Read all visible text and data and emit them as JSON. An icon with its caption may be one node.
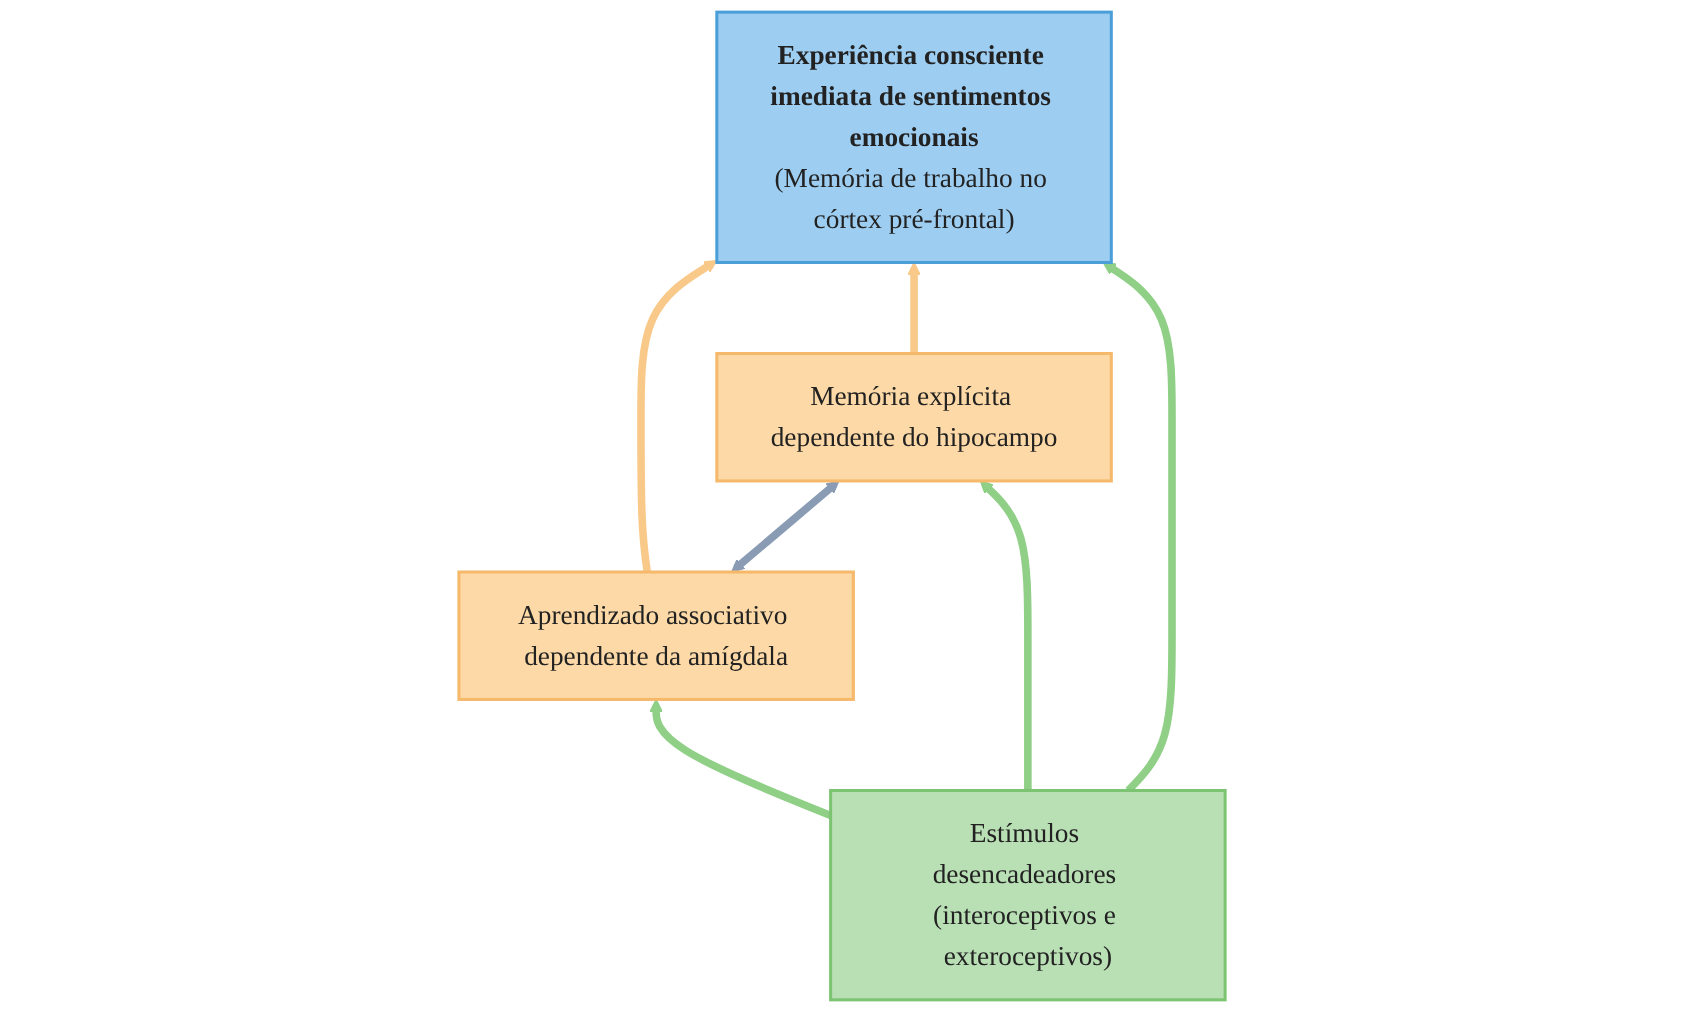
{
  "diagram": {
    "nodes": [
      {
        "text": [
          "Experiência consciente imediata de sentimentos emocionais",
          "(Memória de trabalho no córtex pré-frontal)"
        ]
      },
      {
        "text": [
          "Aprendizado associativo dependente da amígdala"
        ]
      },
      {
        "text": [
          "Memória explícita dependente do hipocampo"
        ]
      },
      {
        "text": [
          "Estímulos desencadeadores (interoceptivos e exteroceptivos)"
        ]
      }
    ],
    "edges": [
      {
        "from": 1,
        "to": 0,
        "arrow": "to",
        "color": "#f9c98a"
      },
      {
        "from": 2,
        "to": 0,
        "arrow": "to",
        "color": "#f9c98a"
      },
      {
        "from": 3,
        "to": 0,
        "arrow": "to"
      },
      {
        "from": 1,
        "to": 2,
        "arrow": "both",
        "color": "#8a9bb4"
      },
      {
        "from": 3,
        "to": 1,
        "arrow": "to"
      },
      {
        "from": 3,
        "to": 2,
        "arrow": "to"
      }
    ]
  }
}
